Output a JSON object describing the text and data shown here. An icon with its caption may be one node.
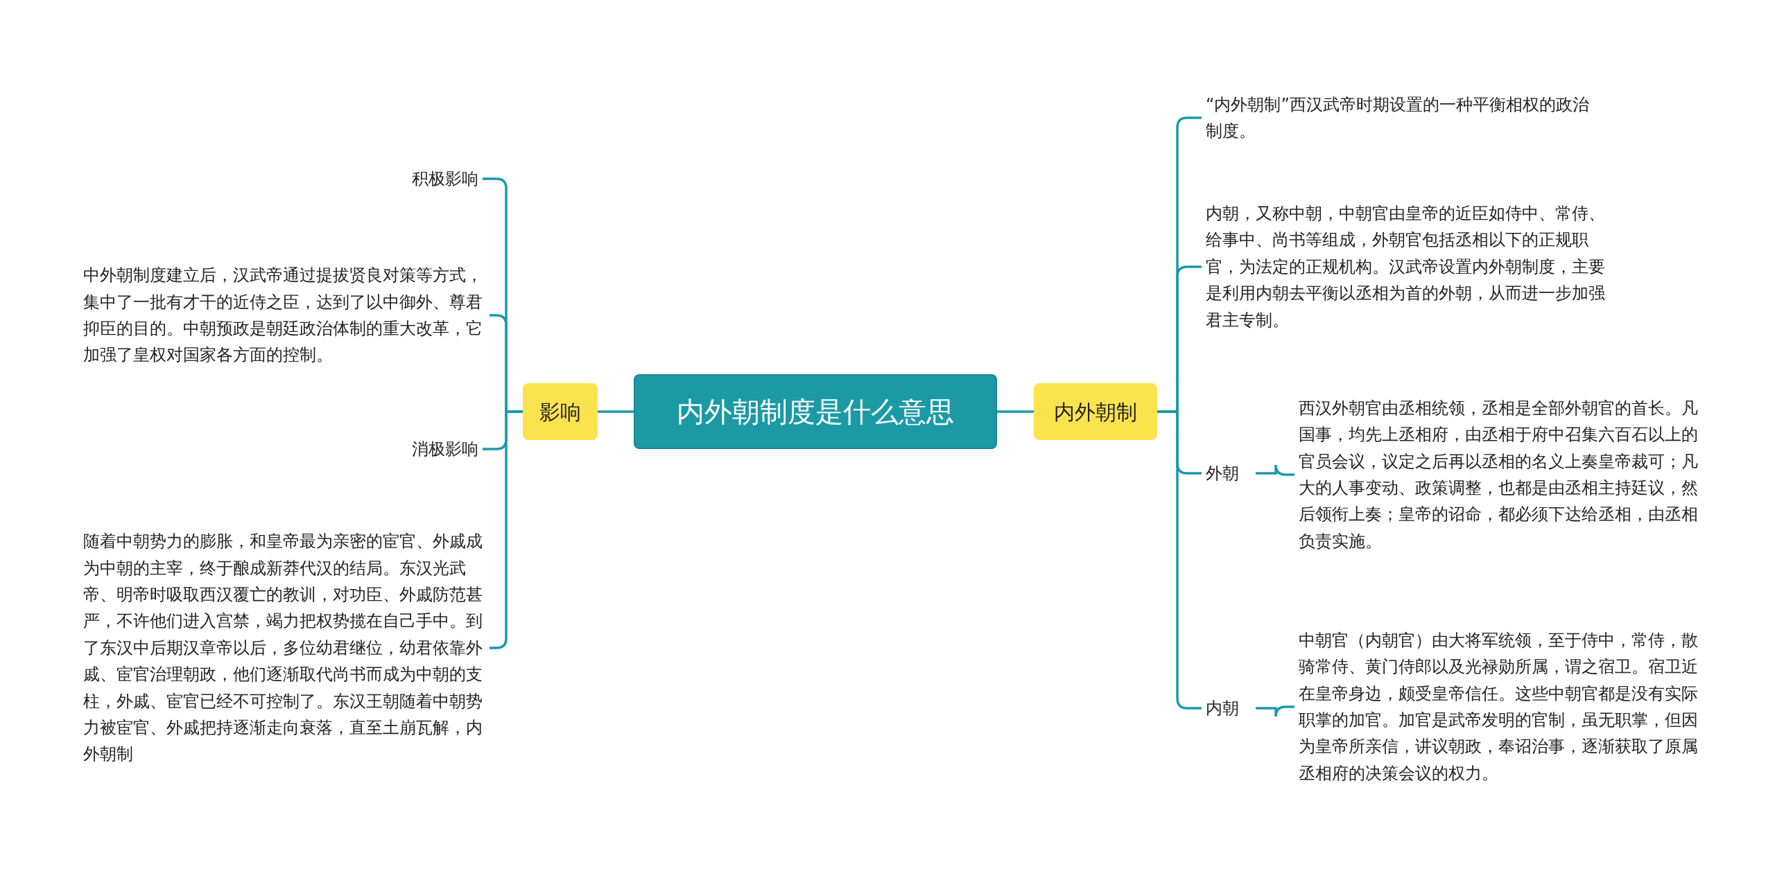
{
  "diagram": {
    "nodes": [
      {
        "text": [
          "内外朝制度是什么意思"
        ]
      },
      {
        "text": [
          "影响"
        ]
      },
      {
        "text": [
          "积极影响"
        ]
      },
      {
        "text": [
          "中外朝制度建立后，汉武帝通过提拔贤良对策等方式，集中了一批有才干的近侍之臣，达到了以中御外、尊君抑臣的目的。中朝预政是朝廷政治体制的重大改革，它加强了皇权对国家各方面的控制。"
        ]
      },
      {
        "text": [
          "消极影响"
        ]
      },
      {
        "text": [
          "随着中朝势力的膨胀，和皇帝最为亲密的宦官、外戚成为中朝的主宰，终于酿成新莽代汉的结局。东汉光武帝、明帝时吸取西汉覆亡的教训，对功臣、外戚防范甚严，不许他们进入宫禁，竭力把权势揽在自己手中。到了东汉中后期汉章帝以后，多位幼君继位，幼君依靠外戚、宦官治理朝政，他们逐渐取代尚书而成为中朝的支柱，外戚、宦官已经不可控制了。东汉王朝随着中朝势力被宦官、外戚把持逐渐走向衰落，直至土崩瓦解，内外朝制"
        ]
      },
      {
        "text": [
          "内外朝制"
        ]
      },
      {
        "text": [
          "“内外朝制”西汉武帝时期设置的一种平衡相权的政治制度。"
        ]
      },
      {
        "text": [
          "内朝，又称中朝，中朝官由皇帝的近臣如侍中、常侍、给事中、尚书等组成，外朝官包括丞相以下的正规职官，为法定的正规机构。汉武帝设置内外朝制度，主要是利用内朝去平衡以丞相为首的外朝，从而进一步加强君主专制。"
        ]
      },
      {
        "text": [
          "外朝"
        ]
      },
      {
        "text": [
          "西汉外朝官由丞相统领，丞相是全部外朝官的首长。凡国事，均先上丞相府，由丞相于府中召集六百石以上的官员会议，议定之后再以丞相的名义上奏皇帝裁可；凡大的人事变动、政策调整，也都是由丞相主持廷议，然后领衔上奏；皇帝的诏命，都必须下达给丞相，由丞相负责实施。"
        ]
      },
      {
        "text": [
          "内朝"
        ]
      },
      {
        "text": [
          "中朝官（内朝官）由大将军统领，至于侍中，常侍，散骑常侍、黄门侍郎以及光禄勋所属，谓之宿卫。宿卫近在皇帝身边，颇受皇帝信任。这些中朝官都是没有实际职掌的加官。加官是武帝发明的官制，虽无职掌，但因为皇帝所亲信，讲议朝政，奉诏治事，逐渐获取了原属丞相府的决策会议的权力。"
        ]
      }
    ],
    "edges": [
      {
        "from": 0,
        "to": 1,
        "arrow": "none"
      },
      {
        "from": 1,
        "to": 2,
        "arrow": "none"
      },
      {
        "from": 1,
        "to": 3,
        "arrow": "none"
      },
      {
        "from": 1,
        "to": 4,
        "arrow": "none"
      },
      {
        "from": 1,
        "to": 5,
        "arrow": "none"
      },
      {
        "from": 0,
        "to": 6,
        "arrow": "none"
      },
      {
        "from": 6,
        "to": 7,
        "arrow": "none"
      },
      {
        "from": 6,
        "to": 8,
        "arrow": "none"
      },
      {
        "from": 6,
        "to": 9,
        "arrow": "none"
      },
      {
        "from": 6,
        "to": 11,
        "arrow": "none"
      },
      {
        "from": 9,
        "to": 10,
        "arrow": "none"
      },
      {
        "from": 11,
        "to": 12,
        "arrow": "none"
      }
    ]
  }
}
